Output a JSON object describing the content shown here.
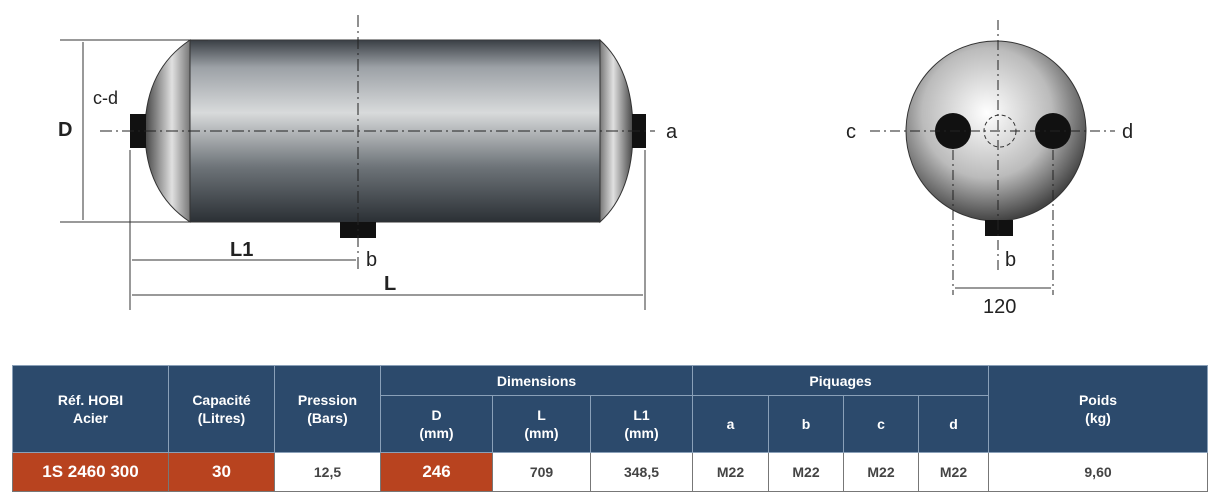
{
  "drawing": {
    "side_labels": {
      "D": "D",
      "cd": "c-d",
      "a": "a",
      "b": "b",
      "L1": "L1",
      "L": "L"
    },
    "end_labels": {
      "c": "c",
      "d": "d",
      "b": "b",
      "spacing": "120"
    }
  },
  "table": {
    "headers": {
      "ref": "Réf. HOBI",
      "ref2": "Acier",
      "cap": "Capacité",
      "cap2": "(Litres)",
      "press": "Pression",
      "press2": "(Bars)",
      "dims": "Dimensions",
      "D": "D",
      "L": "L",
      "L1": "L1",
      "mm": "(mm)",
      "piq": "Piquages",
      "a": "a",
      "b": "b",
      "c": "c",
      "d": "d",
      "poids": "Poids",
      "poids2": "(kg)"
    },
    "row": {
      "ref": "1S 2460 300",
      "cap": "30",
      "press": "12,5",
      "D": "246",
      "L": "709",
      "L1": "348,5",
      "a": "M22",
      "b": "M22",
      "c": "M22",
      "d": "M22",
      "poids": "9,60"
    }
  },
  "colors": {
    "header": "#2c4a6c",
    "highlight": "#b8431f"
  }
}
